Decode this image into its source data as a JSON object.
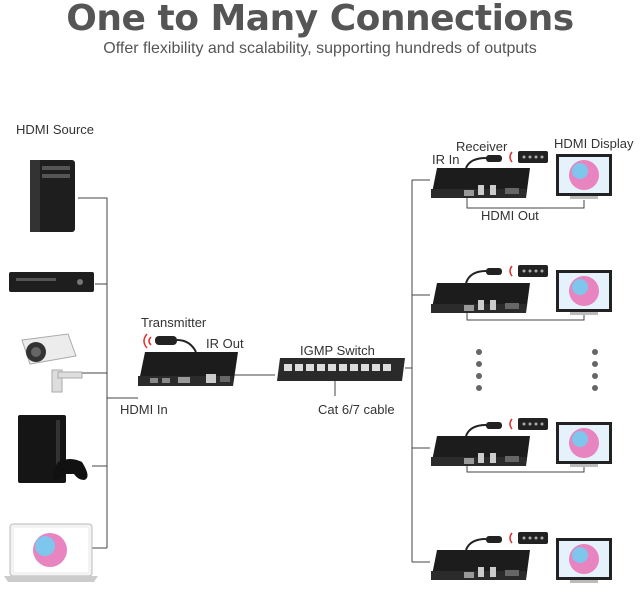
{
  "header": {
    "title": "One to Many Connections",
    "subtitle": "Offer flexibility and scalability, supporting hundreds of outputs"
  },
  "labels": {
    "hdmi_source": "HDMI Source",
    "transmitter": "Transmitter",
    "ir_out": "IR Out",
    "hdmi_in": "HDMI In",
    "igmp_switch": "IGMP Switch",
    "cat_cable": "Cat 6/7 cable",
    "receiver": "Receiver",
    "ir_in": "IR In",
    "hdmi_display": "HDMI Display",
    "hdmi_out": "HDMI Out"
  },
  "sources": [
    "desktop-tower",
    "dvd-player",
    "security-camera",
    "game-console",
    "laptop"
  ],
  "colors": {
    "line": "#444444",
    "device": "#1b1b1b",
    "switch": "#2a2a2a",
    "accent_pink": "#e84a8a",
    "accent_blue": "#4aa8e8"
  }
}
